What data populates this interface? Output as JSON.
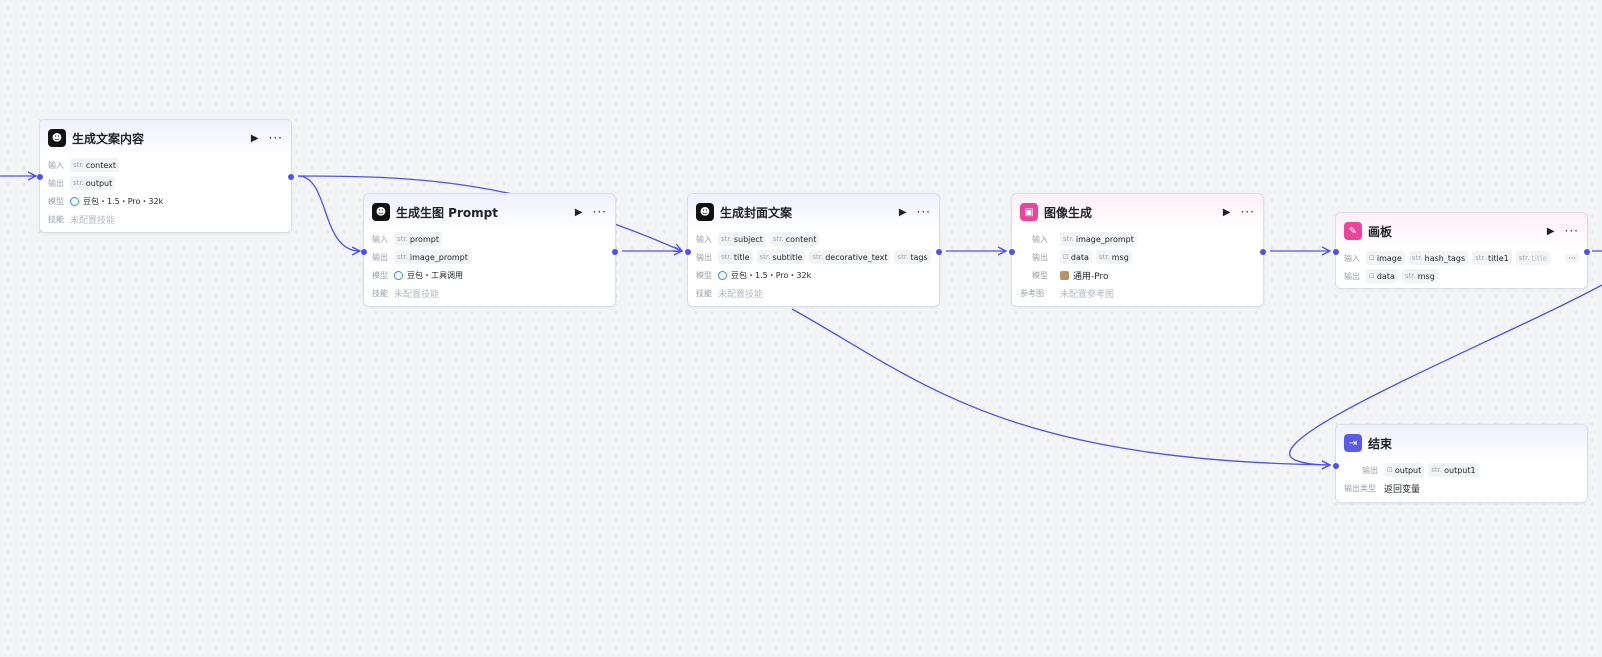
{
  "colors": {
    "edge": "#4d53e8",
    "accent_pink": "#e9459a",
    "accent_purple": "#5b5ce6"
  },
  "nodes": {
    "copy": {
      "title": "生成文案内容",
      "icon": "llm-icon",
      "input_label": "输入",
      "output_label": "输出",
      "model_label": "模型",
      "skill_label": "技能",
      "input_var": {
        "type": "str",
        "name": "context"
      },
      "output_var": {
        "type": "str",
        "name": "output"
      },
      "model": "豆包・1.5・Pro・32k",
      "skill": "未配置技能"
    },
    "prompt": {
      "title": "生成生图 Prompt",
      "icon": "llm-icon",
      "input_label": "输入",
      "output_label": "输出",
      "model_label": "模型",
      "skill_label": "技能",
      "input_var": {
        "type": "str",
        "name": "prompt"
      },
      "output_var": {
        "type": "str",
        "name": "image_prompt"
      },
      "model": "豆包・工具调用",
      "skill": "未配置技能"
    },
    "cover": {
      "title": "生成封面文案",
      "icon": "llm-icon",
      "input_label": "输入",
      "output_label": "输出",
      "model_label": "模型",
      "skill_label": "技能",
      "inputs": [
        {
          "type": "str",
          "name": "subject"
        },
        {
          "type": "str",
          "name": "content"
        }
      ],
      "outputs": [
        {
          "type": "str",
          "name": "title"
        },
        {
          "type": "str",
          "name": "subtitle"
        },
        {
          "type": "str",
          "name": "decorative_text"
        },
        {
          "type": "str",
          "name": "tags"
        }
      ],
      "model": "豆包・1.5・Pro・32k",
      "skill": "未配置技能"
    },
    "image": {
      "title": "图像生成",
      "icon": "image-gen-icon",
      "input_label": "输入",
      "output_label": "输出",
      "model_label": "模型",
      "ref_label": "参考图",
      "input_var": {
        "type": "str",
        "name": "image_prompt"
      },
      "outputs": [
        {
          "type": "img",
          "name": "data"
        },
        {
          "type": "str",
          "name": "msg"
        }
      ],
      "model": "通用-Pro",
      "ref": "未配置参考图"
    },
    "canvas": {
      "title": "画板",
      "icon": "canvas-icon",
      "input_label": "输入",
      "output_label": "输出",
      "inputs": [
        {
          "type": "img",
          "name": "image"
        },
        {
          "type": "str",
          "name": "hash_tags"
        },
        {
          "type": "str",
          "name": "title1"
        },
        {
          "type": "str",
          "name": "title"
        }
      ],
      "more": "···",
      "outputs": [
        {
          "type": "img",
          "name": "data"
        },
        {
          "type": "str",
          "name": "msg"
        }
      ]
    },
    "end": {
      "title": "结束",
      "icon": "end-icon",
      "output_label": "输出",
      "output_type_label": "输出类型",
      "outputs": [
        {
          "type": "img",
          "name": "output"
        },
        {
          "type": "str",
          "name": "output1"
        }
      ],
      "output_type": "返回变量"
    }
  },
  "header_actions": {
    "run": "▶",
    "more": "···"
  },
  "type_labels": {
    "str": "str.",
    "img": "⊡"
  }
}
